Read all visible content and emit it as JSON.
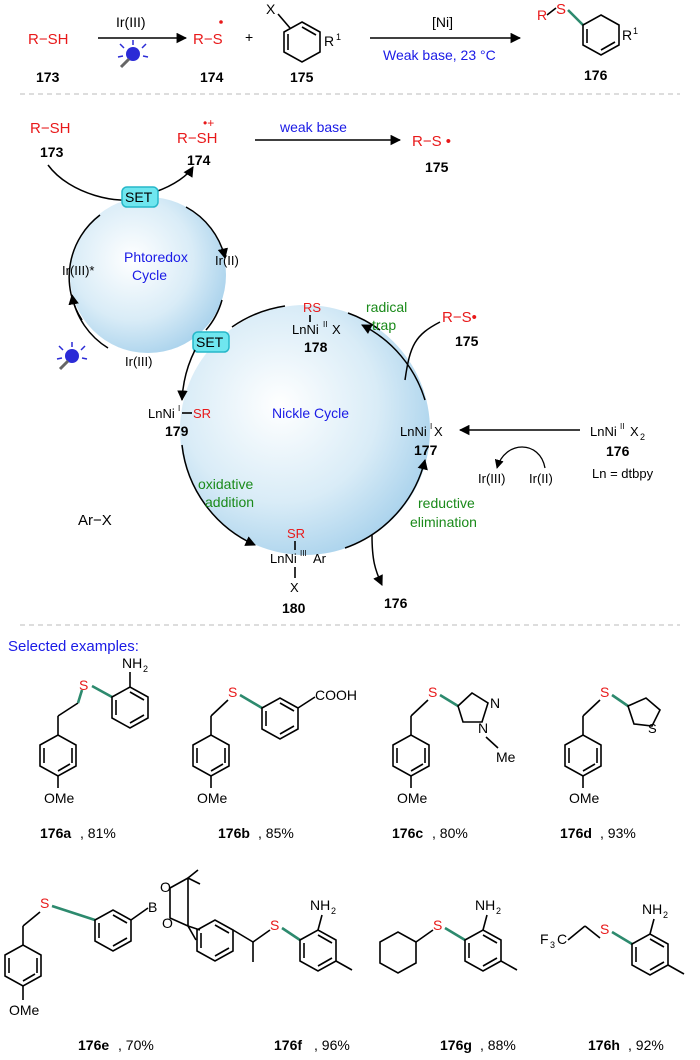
{
  "top": {
    "rsh": "R−SH",
    "c173": "173",
    "irIII": "Ir(III)",
    "rs_radical": "R−S",
    "c174": "174",
    "plus": "+",
    "x": "X",
    "r1": "R",
    "c175": "175",
    "ni": "[Ni]",
    "cond": "Weak base, 23 °C",
    "prod_r": "R",
    "prod_s": "S",
    "prod_r1": "R",
    "c176": "176"
  },
  "mech": {
    "rsh": "R−SH",
    "c173": "173",
    "rsh_cation": "R−SH",
    "c174": "174",
    "weak_base": "weak base",
    "rs_rad": "R−S •",
    "c175": "175",
    "set1": "SET",
    "set2": "SET",
    "irIIIstar": "Ir(III)*",
    "irII": "Ir(II)",
    "irIII_bottom": "Ir(III)",
    "photoredox_1": "Phtoredox",
    "photoredox_2": "Cycle",
    "rs_178": "RS",
    "lnni_178": "LnNi",
    "x_178": "X",
    "ox_178": "II",
    "c178": "178",
    "radical": "radical",
    "trap": "trap",
    "rs_rad_right": "R−S•",
    "c175b": "175",
    "lnni_179": "LnNi",
    "ox_179": "I",
    "sr_179": "SR",
    "c179": "179",
    "nickle_cycle": "Nickle Cycle",
    "lnni_177": "LnNi",
    "ox_177": "I",
    "x_177": "X",
    "c177": "177",
    "lnni_176": "LnNi",
    "ox_176": "II",
    "x2_176": "X",
    "sub2": "2",
    "c176": "176",
    "ln_eq": "Ln = dtbpy",
    "irIII_right": "Ir(III)",
    "irII_right": "Ir(II)",
    "oxidative": "oxidative",
    "addition": "addition",
    "arx": "Ar−X",
    "sr_180": "SR",
    "lnni_180": "LnNi",
    "ox_180": "III",
    "ar_180": "Ar",
    "x_180": "X",
    "c180": "180",
    "reductive": "reductive",
    "elimination": "elimination",
    "c176_out": "176"
  },
  "examples": {
    "heading": "Selected examples:",
    "items": [
      {
        "id": "176a",
        "yield": ", 81%",
        "sub": "NH2"
      },
      {
        "id": "176b",
        "yield": ", 85%",
        "sub": "COOH"
      },
      {
        "id": "176c",
        "yield": ", 80%",
        "sub": "N-Me"
      },
      {
        "id": "176d",
        "yield": ", 93%",
        "sub": "S"
      },
      {
        "id": "176e",
        "yield": ", 70%",
        "sub": "B"
      },
      {
        "id": "176f",
        "yield": ", 96%",
        "sub": "NH2"
      },
      {
        "id": "176g",
        "yield": ", 88%",
        "sub": "NH2"
      },
      {
        "id": "176h",
        "yield": ", 92%",
        "sub": "NH2"
      }
    ],
    "labels": {
      "ome": "OMe",
      "nh2": "NH",
      "two": "2",
      "cooh": "COOH",
      "n": "N",
      "me": "Me",
      "s": "S",
      "b": "B",
      "o": "O",
      "f3c": "F",
      "three": "3",
      "c": "C"
    }
  },
  "colors": {
    "red": "#e8191a",
    "blue": "#1a1ae6",
    "green": "#1a8a1a",
    "bond_s": "#2d8a6e"
  }
}
